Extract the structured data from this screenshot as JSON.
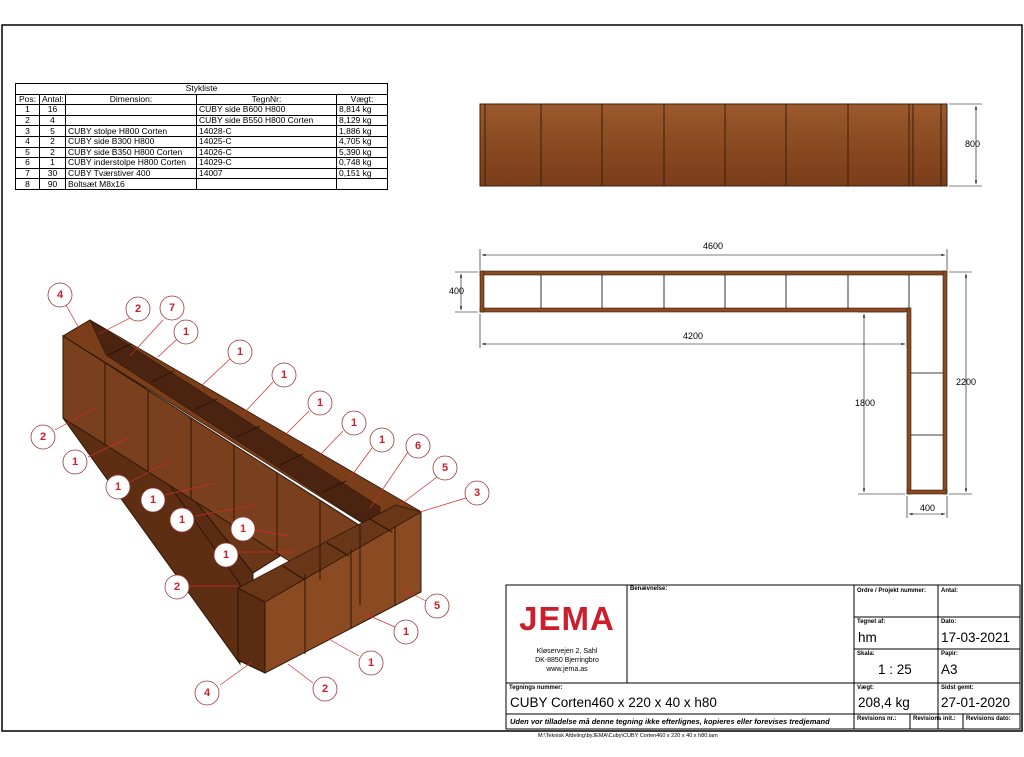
{
  "bom": {
    "title": "Stykliste",
    "headers": {
      "pos": "Pos:",
      "qty": "Antal:",
      "dim": "Dimension:",
      "drawing": "TegnNr:",
      "weight": "Vægt:"
    },
    "rows": [
      {
        "pos": "1",
        "qty": "16",
        "dim": "",
        "drawing": "CUBY side B600 H800",
        "weight": "8,814 kg"
      },
      {
        "pos": "2",
        "qty": "4",
        "dim": "",
        "drawing": "CUBY side B550 H800 Corten",
        "weight": "8,129 kg"
      },
      {
        "pos": "3",
        "qty": "5",
        "dim": "CUBY stolpe H800 Corten",
        "drawing": "14028-C",
        "weight": "1,886 kg"
      },
      {
        "pos": "4",
        "qty": "2",
        "dim": "CUBY side B300 H800",
        "drawing": "14025-C",
        "weight": "4,705 kg"
      },
      {
        "pos": "5",
        "qty": "2",
        "dim": "CUBY side B350 H800 Corten",
        "drawing": "14026-C",
        "weight": "5,390 kg"
      },
      {
        "pos": "6",
        "qty": "1",
        "dim": "CUBY inderstolpe H800 Corten",
        "drawing": "14029-C",
        "weight": "0,748 kg"
      },
      {
        "pos": "7",
        "qty": "30",
        "dim": "CUBY Tværstiver 400",
        "drawing": "14007",
        "weight": "0,151 kg"
      },
      {
        "pos": "8",
        "qty": "90",
        "dim": "Boltsæt M8x16",
        "drawing": "",
        "weight": ""
      }
    ]
  },
  "dimensions": {
    "height": "800",
    "length": "4600",
    "depth": "400",
    "inner_length": "4200",
    "side_length": "2200",
    "inner_side": "1800",
    "side_depth": "400"
  },
  "balloons": {
    "b1": "4",
    "b2": "2",
    "b3": "7",
    "b4": "1",
    "b5": "1",
    "b6": "1",
    "b7": "1",
    "b8": "1",
    "b9": "1",
    "b10": "6",
    "b11": "5",
    "b12": "3",
    "b13": "2",
    "b14": "1",
    "b15": "1",
    "b16": "1",
    "b17": "1",
    "b18": "1",
    "b19": "1",
    "b20": "2",
    "b21": "5",
    "b22": "1",
    "b23": "1",
    "b24": "2",
    "b25": "4"
  },
  "title_block": {
    "logo": "JEMA",
    "address": [
      "Kløservejen 2, Sahl",
      "DK-8850 Bjerringbro",
      "www.jema.as"
    ],
    "labels": {
      "description": "Benævnelse:",
      "order": "Ordre / Projekt nummer:",
      "qty": "Antal:",
      "drawn_by": "Tegnet af:",
      "date": "Dato:",
      "scale": "Skala:",
      "paper": "Papir:",
      "drawing_no": "Tegnings nummer:",
      "weight": "Vægt:",
      "last_saved": "Sidst gemt:",
      "revisions_no": "Revisions nr.:",
      "revisions_init": "Revisions init.:",
      "revisions_date": "Revisions dato:"
    },
    "values": {
      "drawn_by": "hm",
      "date": "17-03-2021",
      "scale": "1 : 25",
      "paper": "A3",
      "drawing_no": "CUBY Corten460 x 220 x 40 x h80",
      "weight": "208,4 kg",
      "last_saved": "27-01-2020"
    },
    "notice": "Uden vor tilladelse må denne tegning ikke efterlignes, kopieres eller forevises tredjemand"
  },
  "file_path": "M:\\Teknisk Afdeling\\byJEMA\\Cuby\\CUBY Corten460 x 220 x 40 x h80.iam",
  "colors": {
    "corten": "#8a4a22",
    "corten_dark": "#5a2c12",
    "balloon": "#cc1e2b",
    "leader": "#d42a2a"
  }
}
